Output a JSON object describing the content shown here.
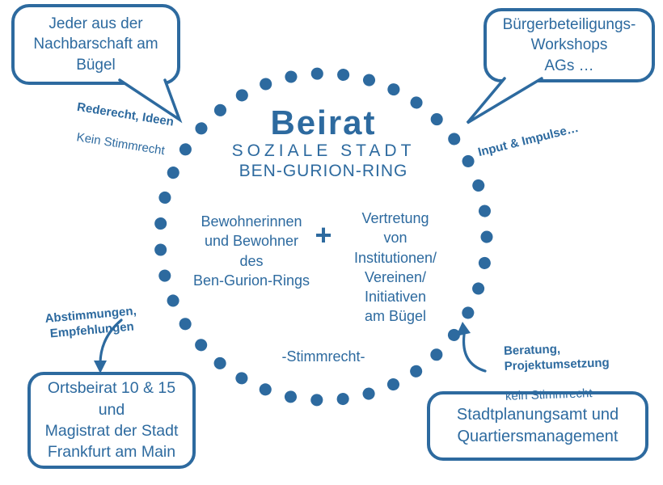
{
  "colors": {
    "accent": "#2d6a9f",
    "background": "#ffffff"
  },
  "ring": {
    "title": "Beirat",
    "subtitle1": "SOZIALE STADT",
    "subtitle2": "BEN-GURION-RING",
    "left_member": "Bewohnerinnen\nund Bewohner\ndes\nBen-Gurion-Rings",
    "plus": "+",
    "right_member": "Vertretung\nvon\nInstitutionen/\nVereinen/\nInitiativen\nam Bügel",
    "voting_note": "-Stimmrecht-"
  },
  "bubbles": {
    "top_left": "Jeder aus der\nNachbarschaft am\nBügel",
    "top_right": "Bürgerbeteiligungs-\nWorkshops\nAGs …",
    "bottom_left": "Ortsbeirat 10 & 15\nund\nMagistrat der Stadt\nFrankfurt am Main",
    "bottom_right": "Stadtplanungsamt und\nQuartiersmanagement"
  },
  "annotations": {
    "top_left_bold": "Rederecht, Ideen",
    "top_left_regular": "Kein Stimmrecht",
    "top_right_bold": "Input & Impulse…",
    "bottom_left_bold": "Abstimmungen,\nEmpfehlungen",
    "bottom_right_bold": "Beratung,\nProjektumsetzung",
    "bottom_right_regular": "kein Stimmrecht"
  }
}
